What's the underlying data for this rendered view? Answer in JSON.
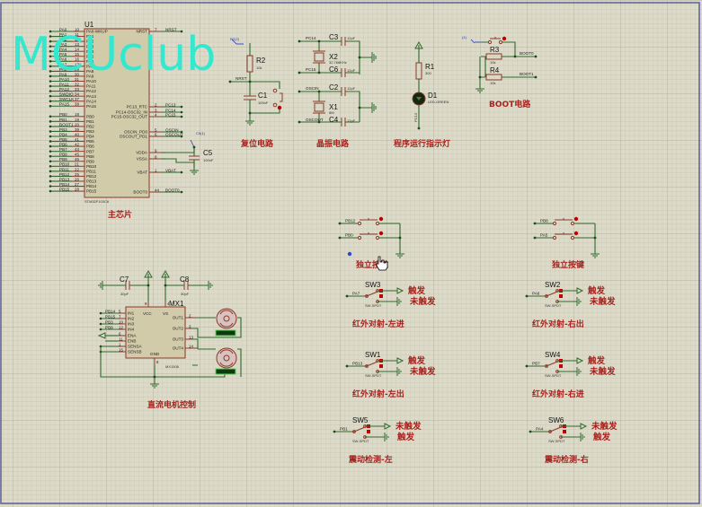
{
  "watermark": "MCUclub",
  "colors": {
    "background": "#d8d6c4",
    "grid_minor": "#c9c7b3",
    "grid_major": "#b8b6a2",
    "wire": "#2e6b2e",
    "component": "#8b3a2a",
    "chip_fill": "#d2cba9",
    "title_text": "#a8231f",
    "watermark": "#33e8cf",
    "border": "#5a5f9a"
  },
  "main_chip": {
    "ref": "U1",
    "part": "STM32F103C6",
    "title": "主芯片",
    "left_pins": [
      {
        "net": "PA0",
        "num": "10",
        "name": "PA0-WKUP"
      },
      {
        "net": "PA1",
        "num": "11",
        "name": "PA1"
      },
      {
        "net": "PA2",
        "num": "12",
        "name": "PA2"
      },
      {
        "net": "PA3",
        "num": "13",
        "name": "PA3"
      },
      {
        "net": "PA4",
        "num": "14",
        "name": "PA4"
      },
      {
        "net": "PA5",
        "num": "15",
        "name": "PA5"
      },
      {
        "net": "PA6",
        "num": "16",
        "name": "PA6"
      },
      {
        "net": "PA7",
        "num": "17",
        "name": "PA7"
      },
      {
        "net": "PA8",
        "num": "29",
        "name": "PA8"
      },
      {
        "net": "PA9",
        "num": "30",
        "name": "PA9"
      },
      {
        "net": "PA10",
        "num": "31",
        "name": "PA10"
      },
      {
        "net": "PA11",
        "num": "32",
        "name": "PA11"
      },
      {
        "net": "PA12",
        "num": "33",
        "name": "PA12"
      },
      {
        "net": "SWDIO",
        "num": "34",
        "name": "PA13"
      },
      {
        "net": "SWCLK",
        "num": "37",
        "name": "PA14"
      },
      {
        "net": "PA15",
        "num": "38",
        "name": "PA15"
      },
      {
        "net": "PB0",
        "num": "18",
        "name": "PB0"
      },
      {
        "net": "PB1",
        "num": "19",
        "name": "PB1"
      },
      {
        "net": "BOOT1",
        "num": "20",
        "name": "PB2"
      },
      {
        "net": "PB3",
        "num": "39",
        "name": "PB3"
      },
      {
        "net": "PB4",
        "num": "40",
        "name": "PB4"
      },
      {
        "net": "PB5",
        "num": "41",
        "name": "PB5"
      },
      {
        "net": "PB6",
        "num": "42",
        "name": "PB6"
      },
      {
        "net": "PB7",
        "num": "43",
        "name": "PB7"
      },
      {
        "net": "PB8",
        "num": "45",
        "name": "PB8"
      },
      {
        "net": "PB9",
        "num": "46",
        "name": "PB9"
      },
      {
        "net": "PB10",
        "num": "21",
        "name": "PB10"
      },
      {
        "net": "PB11",
        "num": "22",
        "name": "PB11"
      },
      {
        "net": "PB12",
        "num": "25",
        "name": "PB12"
      },
      {
        "net": "PB13",
        "num": "26",
        "name": "PB13"
      },
      {
        "net": "PB14",
        "num": "27",
        "name": "PB14"
      },
      {
        "net": "PB15",
        "num": "28",
        "name": "PB15"
      }
    ],
    "right_pins": [
      {
        "name": "NRST",
        "num": "7",
        "net": "NRST"
      },
      {
        "name": "PC13_RTC",
        "num": "2",
        "net": "PC13"
      },
      {
        "name": "PC14-OSC32_IN",
        "num": "3",
        "net": "PC14"
      },
      {
        "name": "PC15-OSC32_OUT",
        "num": "4",
        "net": "PC15"
      },
      {
        "name": "OSCIN_PD0",
        "num": "5",
        "net": "OSCIN"
      },
      {
        "name": "OSCOUT_PD1",
        "num": "6",
        "net": "OSCOUT"
      },
      {
        "name": "VDDA",
        "num": "9",
        "net": ""
      },
      {
        "name": "VSSA",
        "num": "8",
        "net": ""
      },
      {
        "name": "VBAT",
        "num": "1",
        "net": "VBAT"
      },
      {
        "name": "BOOT0",
        "num": "44",
        "net": "BOOT0"
      }
    ],
    "cap": {
      "ref": "C5",
      "value": "100nF",
      "probe": "C5(1)"
    }
  },
  "reset": {
    "title": "复位电路",
    "resistor": {
      "ref": "R2",
      "value": "10k"
    },
    "cap": {
      "ref": "C1",
      "value": "100nF"
    },
    "net": "NRST",
    "probe": "R2(2)"
  },
  "crystal": {
    "title": "晶振电路",
    "x2": {
      "ref": "X2",
      "value": "32.768KHz"
    },
    "x1": {
      "ref": "X1",
      "value": "8M"
    },
    "caps": [
      {
        "ref": "C3",
        "value": "12pF"
      },
      {
        "ref": "C6",
        "value": "12pF"
      },
      {
        "ref": "C2",
        "value": "12pF"
      },
      {
        "ref": "C4",
        "value": "12pF"
      }
    ],
    "nets": [
      "PC14",
      "PC15",
      "OSCIN",
      "OSCOUT"
    ]
  },
  "led": {
    "title": "程序运行指示灯",
    "resistor": {
      "ref": "R1",
      "value": "300"
    },
    "diode": {
      "ref": "D1",
      "value": "LED-GREEN"
    },
    "net": "PC13"
  },
  "boot": {
    "title": "BOOT电路",
    "probe": "(1)",
    "r3": {
      "ref": "R3",
      "value": "10k"
    },
    "r4": {
      "ref": "R4",
      "value": "10k"
    },
    "nets": [
      "BOOT0",
      "BOOT1"
    ]
  },
  "keys_left": {
    "title": "独立按键",
    "nets": [
      "PB12",
      "PB0"
    ]
  },
  "keys_right": {
    "title": "独立按键",
    "nets": [
      "PB8",
      "PA5"
    ]
  },
  "motor": {
    "title": "直流电机控制",
    "ref": "MX1",
    "part": "MX1508",
    "c7": {
      "ref": "C7",
      "value": "30pF"
    },
    "c8": {
      "ref": "C8",
      "value": "30pF"
    },
    "in_nets": [
      "PB14",
      "PB15",
      "PB3",
      "PB8"
    ],
    "in_pins": [
      {
        "num": "5",
        "name": "IN1"
      },
      {
        "num": "7",
        "name": "IN2"
      },
      {
        "num": "10",
        "name": "IN3"
      },
      {
        "num": "12",
        "name": "IN4"
      },
      {
        "num": "6",
        "name": "ENA"
      },
      {
        "num": "11",
        "name": "ENB"
      }
    ],
    "sense_pins": [
      {
        "num": "1",
        "name": "SENSA"
      },
      {
        "num": "15",
        "name": "SENSB"
      }
    ],
    "out_pins": [
      {
        "num": "2",
        "name": "OUT1"
      },
      {
        "num": "3",
        "name": "OUT2"
      },
      {
        "num": "13",
        "name": "OUT3"
      },
      {
        "num": "14",
        "name": "OUT4"
      }
    ],
    "vcc": {
      "num": "9",
      "name": "VCC"
    },
    "vs": {
      "num": "4",
      "name": "VS"
    },
    "gnd": {
      "num": "8",
      "name": "GND"
    }
  },
  "ir_sensors": [
    {
      "ref": "SW3",
      "part": "SW-SPDT",
      "net": "PA7",
      "state_top": "触发",
      "state_bottom": "未触发",
      "title": "红外对射-左进"
    },
    {
      "ref": "SW1",
      "part": "SW-SPDT",
      "net": "PB13",
      "state_top": "触发",
      "state_bottom": "未触发",
      "title": "红外对射-左出"
    },
    {
      "ref": "SW2",
      "part": "SW-SPDT",
      "net": "PA6",
      "state_top": "触发",
      "state_bottom": "未触发",
      "title": "红外对射-右出"
    },
    {
      "ref": "SW4",
      "part": "SW-SPDT",
      "net": "PB7",
      "state_top": "触发",
      "state_bottom": "未触发",
      "title": "红外对射-右进"
    }
  ],
  "vibration_sensors": [
    {
      "ref": "SW5",
      "part": "SW-SPDT",
      "net": "PB1",
      "state_top": "未触发",
      "state_bottom": "触发",
      "title": "震动检测-左"
    },
    {
      "ref": "SW6",
      "part": "SW-SPDT",
      "net": "PA4",
      "state_top": "未触发",
      "state_bottom": "触发",
      "title": "震动检测-右"
    }
  ]
}
